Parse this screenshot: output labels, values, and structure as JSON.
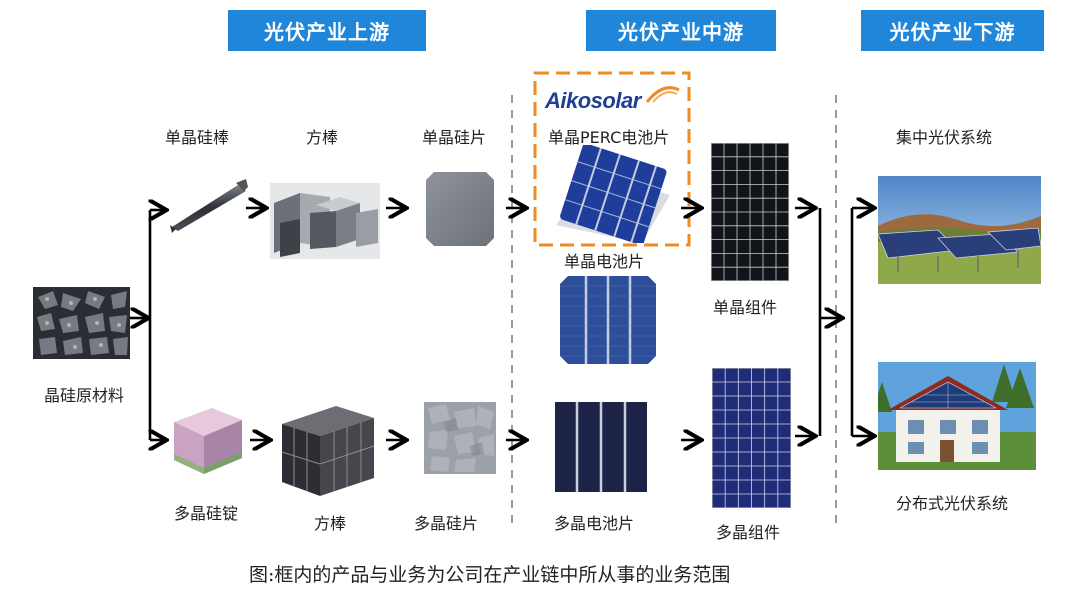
{
  "headers": {
    "upstream": "光伏产业上游",
    "midstream": "光伏产业中游",
    "downstream": "光伏产业下游"
  },
  "brand": {
    "logo_text": "Aikosolar",
    "accent_color": "#f08a24"
  },
  "labels": {
    "mono_rod": "单晶硅棒",
    "mono_square": "方棒",
    "mono_wafer": "单晶硅片",
    "perc_cell": "单晶PERC电池片",
    "mono_cell": "单晶电池片",
    "mono_module": "单晶组件",
    "centralized": "集中光伏系统",
    "raw_material": "晶硅原材料",
    "poly_ingot": "多晶硅锭",
    "poly_square": "方棒",
    "poly_wafer": "多晶硅片",
    "poly_cell": "多晶电池片",
    "poly_module": "多晶组件",
    "distributed": "分布式光伏系统"
  },
  "caption": "图:框内的产品与业务为公司在产业链中所从事的业务范围",
  "colors": {
    "header_bg": "#1f86d9",
    "divider": "#9a9a9a",
    "highlight_box": "#f08a24"
  }
}
